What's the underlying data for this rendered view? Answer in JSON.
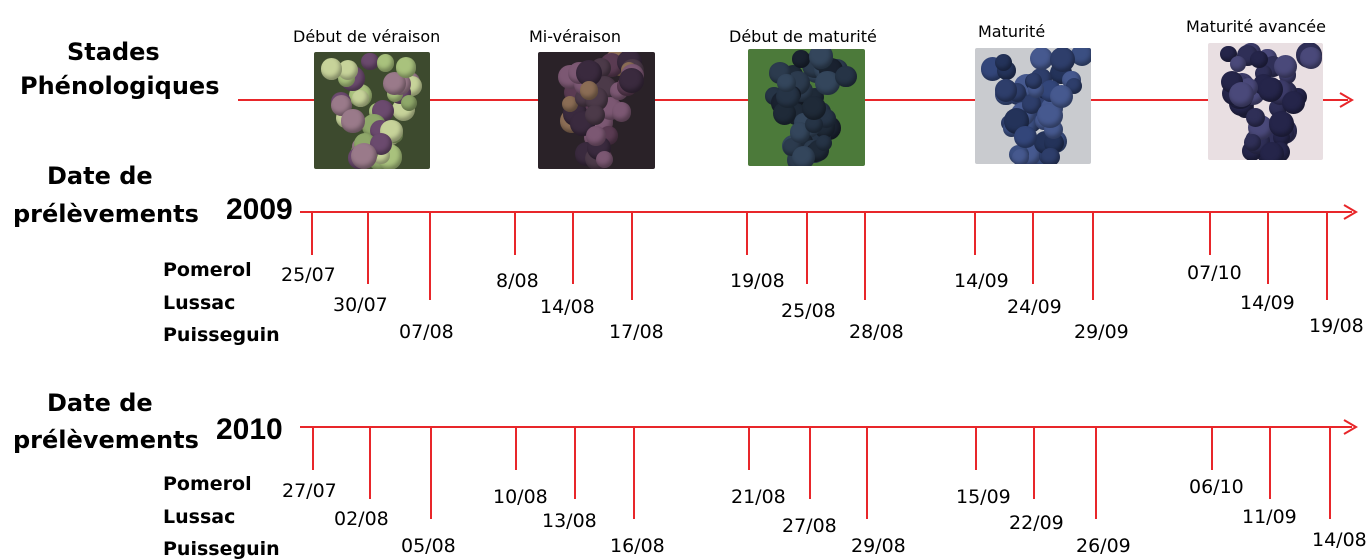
{
  "stages_header": {
    "line1": "Stades",
    "line2": "Phénologiques"
  },
  "stages": [
    {
      "label": "Début de véraison",
      "image": "grapes-start-veraison-photo",
      "colors": [
        "#a9c27d",
        "#c7d39a",
        "#8fa86a",
        "#9a7a8a",
        "#6b4a6e"
      ],
      "bg": "#3d4a2e"
    },
    {
      "label": "Mi-véraison",
      "image": "grapes-mid-veraison-photo",
      "colors": [
        "#5a3b52",
        "#7c5873",
        "#3a2a3e",
        "#8b6d55",
        "#4c3a49"
      ],
      "bg": "#2a2228"
    },
    {
      "label": "Début de maturité",
      "image": "grapes-start-maturity-photo",
      "colors": [
        "#1f2a38",
        "#2c3b4e",
        "#1a2230",
        "#34465c",
        "#263446"
      ],
      "bg": "#4c7a3a"
    },
    {
      "label": "Maturité",
      "image": "grapes-maturity-photo",
      "colors": [
        "#2e3e6b",
        "#3b4f82",
        "#24335a",
        "#46598f",
        "#33467a"
      ],
      "bg": "#c9cbcf"
    },
    {
      "label": "Maturité avancée",
      "image": "grapes-advanced-maturity-photo",
      "colors": [
        "#2f2f57",
        "#3d3c6a",
        "#25254a",
        "#4a497a",
        "#34335f"
      ],
      "bg": "#e9dfe2"
    }
  ],
  "sampling_header": {
    "line1": "Date de",
    "line2": "prélèvements"
  },
  "sites": [
    "Pomerol",
    "Lussac",
    "Puisseguin"
  ],
  "years": [
    {
      "year": "2009",
      "dates": [
        "25/07",
        "30/07",
        "07/08",
        "8/08",
        "14/08",
        "17/08",
        "19/08",
        "25/08",
        "28/08",
        "14/09",
        "24/09",
        "29/09",
        "07/10",
        "14/09",
        "19/08"
      ]
    },
    {
      "year": "2010",
      "dates": [
        "27/07",
        "02/08",
        "05/08",
        "10/08",
        "13/08",
        "16/08",
        "21/08",
        "27/08",
        "29/08",
        "15/09",
        "22/09",
        "26/09",
        "06/10",
        "11/09",
        "14/08"
      ]
    }
  ],
  "colors": {
    "axis": "#e8262a",
    "text": "#000000"
  }
}
